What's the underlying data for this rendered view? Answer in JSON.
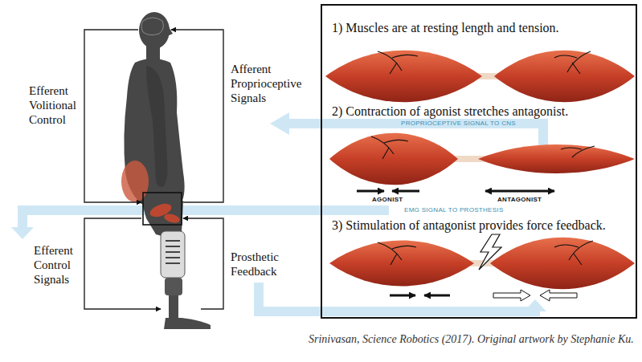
{
  "diagram": {
    "caption": "Srinivasan, Science Robotics (2017). Original artwork by Stephanie Ku.",
    "nodes": [
      {
        "text": [
          "1) Muscles are at resting length and tension.",
          "2) Contraction of agonist stretches antagonist.",
          "3) Stimulation of antagonist provides force feedback."
        ]
      }
    ],
    "labels": [
      "Efferent Volitional Control",
      "Afferent Proprioceptive Signals",
      "Efferent Control Signals",
      "Prosthetic Feedback",
      "PROPRIOCEPTIVE SIGNAL TO CNS",
      "AGONIST",
      "ANTAGONIST",
      "EMG SIGNAL TO PROSTHESIS"
    ]
  }
}
